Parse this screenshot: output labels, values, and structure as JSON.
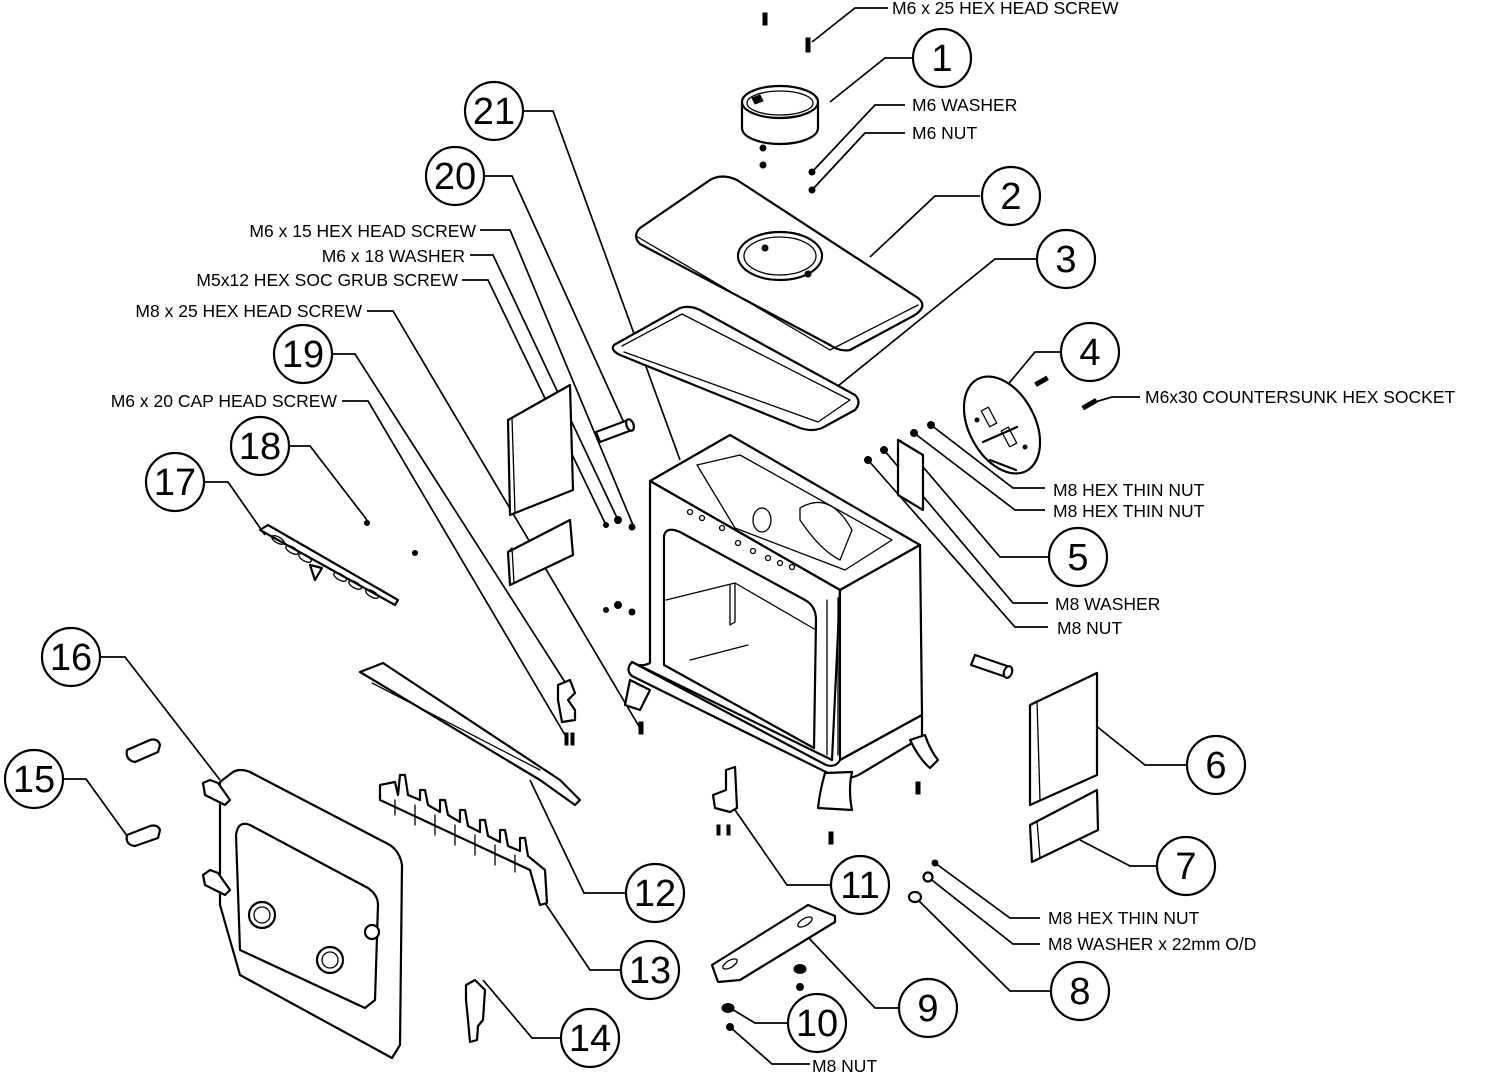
{
  "diagram": {
    "title": "Stove exploded parts diagram",
    "callouts": [
      {
        "num": "1"
      },
      {
        "num": "2"
      },
      {
        "num": "3"
      },
      {
        "num": "4"
      },
      {
        "num": "5"
      },
      {
        "num": "6"
      },
      {
        "num": "7"
      },
      {
        "num": "8"
      },
      {
        "num": "9"
      },
      {
        "num": "10"
      },
      {
        "num": "11"
      },
      {
        "num": "12"
      },
      {
        "num": "13"
      },
      {
        "num": "14"
      },
      {
        "num": "15"
      },
      {
        "num": "16"
      },
      {
        "num": "17"
      },
      {
        "num": "18"
      },
      {
        "num": "19"
      },
      {
        "num": "20"
      },
      {
        "num": "21"
      }
    ],
    "labels": {
      "m6x25_hex_head_screw": "M6 x 25 HEX HEAD SCREW",
      "m6_washer": "M6 WASHER",
      "m6_nut": "M6 NUT",
      "m6x15_hex_head_screw": "M6 x 15 HEX HEAD SCREW",
      "m6x18_washer": "M6 x 18 WASHER",
      "m5x12_hex_soc_grub_screw": "M5x12 HEX SOC GRUB SCREW",
      "m8x25_hex_head_screw": "M8 x 25 HEX HEAD SCREW",
      "m6x20_cap_head_screw": "M6 x 20 CAP HEAD SCREW",
      "m6x30_countersunk_hex_socket": "M6x30 COUNTERSUNK HEX SOCKET",
      "m8_hex_thin_nut_a": "M8 HEX THIN NUT",
      "m8_hex_thin_nut_b": "M8 HEX THIN NUT",
      "m8_washer": "M8 WASHER",
      "m8_nut_right": "M8 NUT",
      "m8_hex_thin_nut_c": "M8 HEX THIN NUT",
      "m8_washer_22mm": "M8 WASHER x 22mm O/D",
      "m8_nut_bottom": "M8 NUT"
    }
  }
}
